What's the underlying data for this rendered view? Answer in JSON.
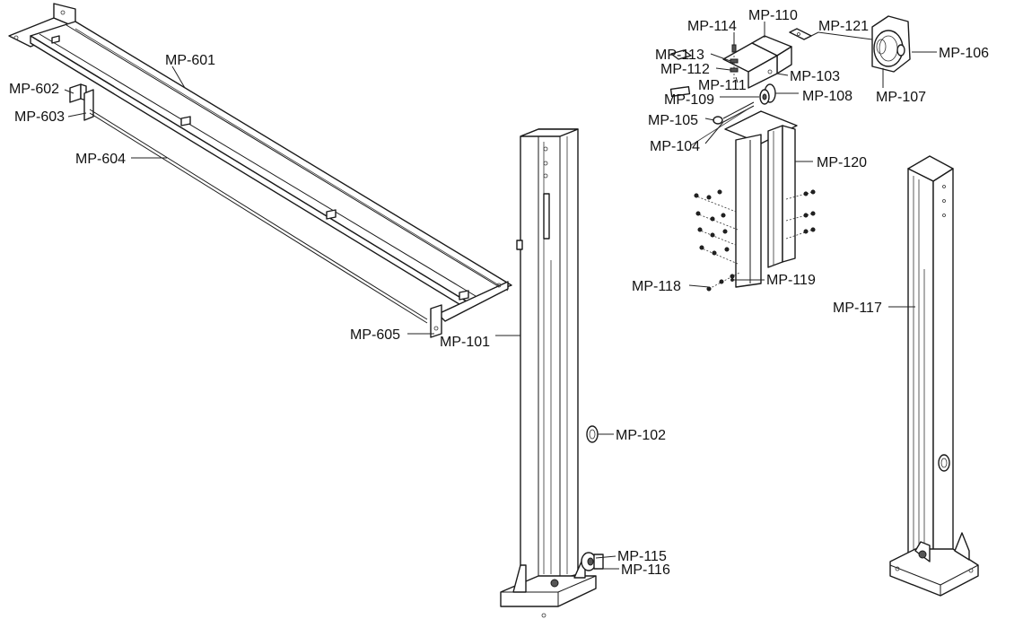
{
  "labels": {
    "mp601": "MP-601",
    "mp602": "MP-602",
    "mp603": "MP-603",
    "mp604": "MP-604",
    "mp605": "MP-605",
    "mp101": "MP-101",
    "mp102": "MP-102",
    "mp115": "MP-115",
    "mp116": "MP-116",
    "mp114": "MP-114",
    "mp110": "MP-110",
    "mp121": "MP-121",
    "mp106": "MP-106",
    "mp113": "MP-113",
    "mp112": "MP-112",
    "mp111": "MP-111",
    "mp103": "MP-103",
    "mp109": "MP-109",
    "mp108": "MP-108",
    "mp107": "MP-107",
    "mp105": "MP-105",
    "mp104": "MP-104",
    "mp120": "MP-120",
    "mp118": "MP-118",
    "mp119": "MP-119",
    "mp117": "MP-117"
  },
  "colors": {
    "line": "#1a1a1a",
    "fill": "#ffffff",
    "shade": "#d9d9d9"
  }
}
